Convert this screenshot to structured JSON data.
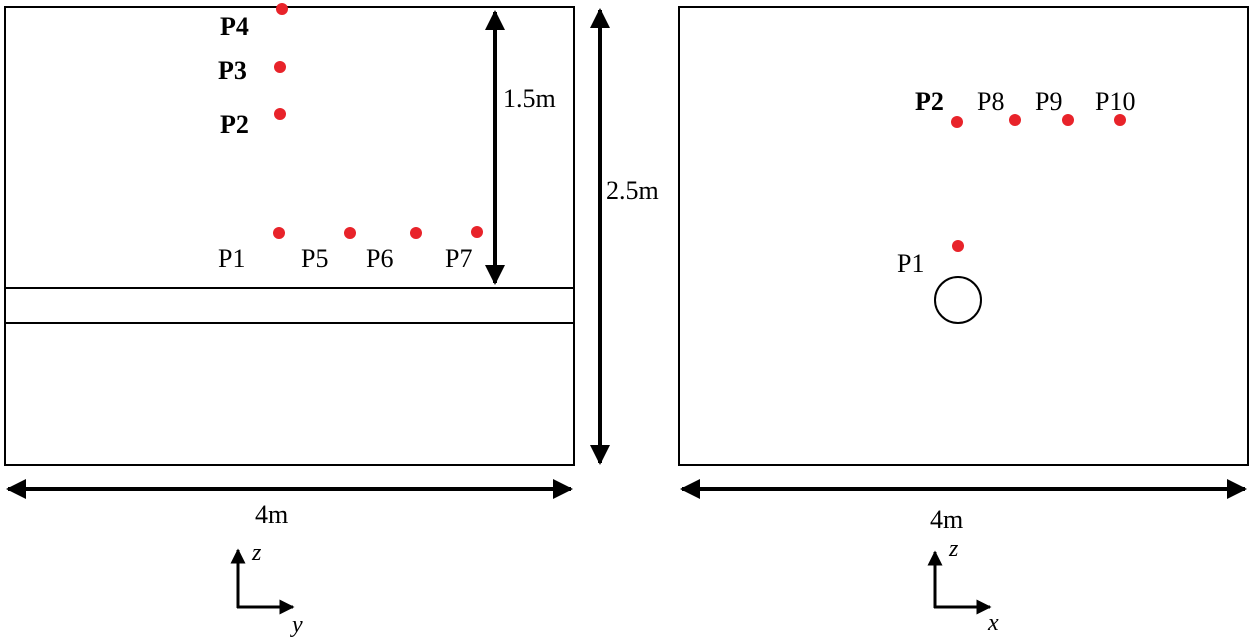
{
  "left_view": {
    "probes": [
      {
        "label": "P4"
      },
      {
        "label": "P3"
      },
      {
        "label": "P2"
      },
      {
        "label": "P1"
      },
      {
        "label": "P5"
      },
      {
        "label": "P6"
      },
      {
        "label": "P7"
      }
    ],
    "dim_height_inner": "1.5m",
    "dim_width": "4m",
    "axis_vertical": "z",
    "axis_horizontal": "y"
  },
  "dim_height_total": "2.5m",
  "right_view": {
    "probes": [
      {
        "label": "P2"
      },
      {
        "label": "P8"
      },
      {
        "label": "P9"
      },
      {
        "label": "P10"
      },
      {
        "label": "P1"
      }
    ],
    "dim_width": "4m",
    "axis_vertical": "z",
    "axis_horizontal": "x"
  },
  "colors": {
    "probe": "#e8232a",
    "line": "#000000"
  }
}
